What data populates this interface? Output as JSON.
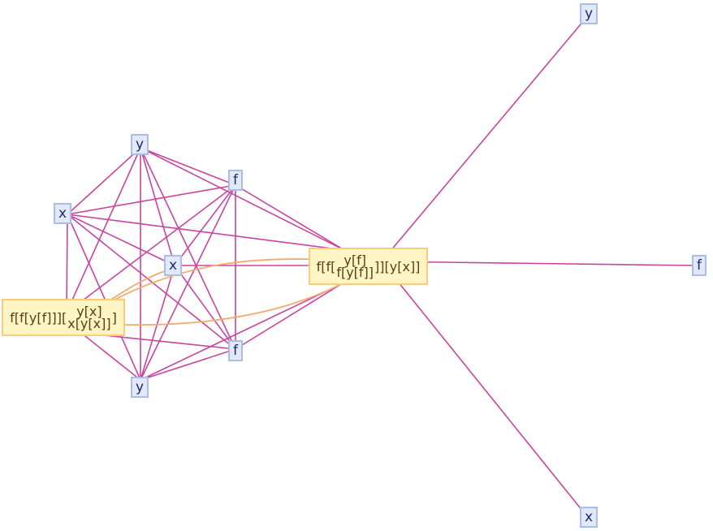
{
  "colors": {
    "edge": "#c9449f",
    "edge_highlight": "#f5a96b",
    "symbol_fill": "#e3e8f6",
    "symbol_border": "#a9bde6",
    "tree_fill": "#fff5c4",
    "tree_border": "#f8cc7c"
  },
  "nodes": [
    {
      "id": "y_top",
      "label": "y",
      "kind": "symbol"
    },
    {
      "id": "f_upper",
      "label": "f",
      "kind": "symbol"
    },
    {
      "id": "x_left",
      "label": "x",
      "kind": "symbol"
    },
    {
      "id": "x_center",
      "label": "x",
      "kind": "symbol"
    },
    {
      "id": "f_lower",
      "label": "f",
      "kind": "symbol"
    },
    {
      "id": "y_bottom",
      "label": "y",
      "kind": "symbol"
    },
    {
      "id": "tree_left",
      "kind": "expression",
      "prefix": "f[f[y[f]]][",
      "upper": "y[x]",
      "lower": "x[y[x]]",
      "suffix": "]"
    },
    {
      "id": "tree_right",
      "kind": "expression",
      "prefix": "f[f[",
      "upper": "y[f]",
      "lower": "f[y[f]]",
      "suffix": "]][y[x]]"
    },
    {
      "id": "y_far",
      "label": "y",
      "kind": "symbol"
    },
    {
      "id": "f_far",
      "label": "f",
      "kind": "symbol"
    },
    {
      "id": "x_far",
      "label": "x",
      "kind": "symbol"
    }
  ],
  "edges": [
    [
      "y_top",
      "f_upper"
    ],
    [
      "y_top",
      "x_left"
    ],
    [
      "y_top",
      "x_center"
    ],
    [
      "y_top",
      "f_lower"
    ],
    [
      "y_top",
      "y_bottom"
    ],
    [
      "y_top",
      "tree_left"
    ],
    [
      "y_top",
      "tree_right"
    ],
    [
      "f_upper",
      "x_left"
    ],
    [
      "f_upper",
      "x_center"
    ],
    [
      "f_upper",
      "f_lower"
    ],
    [
      "f_upper",
      "y_bottom"
    ],
    [
      "f_upper",
      "tree_left"
    ],
    [
      "f_upper",
      "tree_right"
    ],
    [
      "x_left",
      "x_center"
    ],
    [
      "x_left",
      "f_lower"
    ],
    [
      "x_left",
      "y_bottom"
    ],
    [
      "x_left",
      "tree_left"
    ],
    [
      "x_left",
      "tree_right"
    ],
    [
      "x_center",
      "f_lower"
    ],
    [
      "x_center",
      "y_bottom"
    ],
    [
      "x_center",
      "tree_right"
    ],
    [
      "f_lower",
      "y_bottom"
    ],
    [
      "f_lower",
      "tree_left"
    ],
    [
      "f_lower",
      "tree_right"
    ],
    [
      "y_bottom",
      "tree_left"
    ],
    [
      "y_bottom",
      "tree_right"
    ],
    [
      "tree_right",
      "y_far"
    ],
    [
      "tree_right",
      "f_far"
    ],
    [
      "tree_right",
      "x_far"
    ]
  ],
  "highlight_edges": [
    [
      "tree_left",
      "x_center"
    ],
    [
      "tree_left",
      "tree_right",
      "upper"
    ],
    [
      "tree_left",
      "tree_right",
      "lower"
    ]
  ]
}
